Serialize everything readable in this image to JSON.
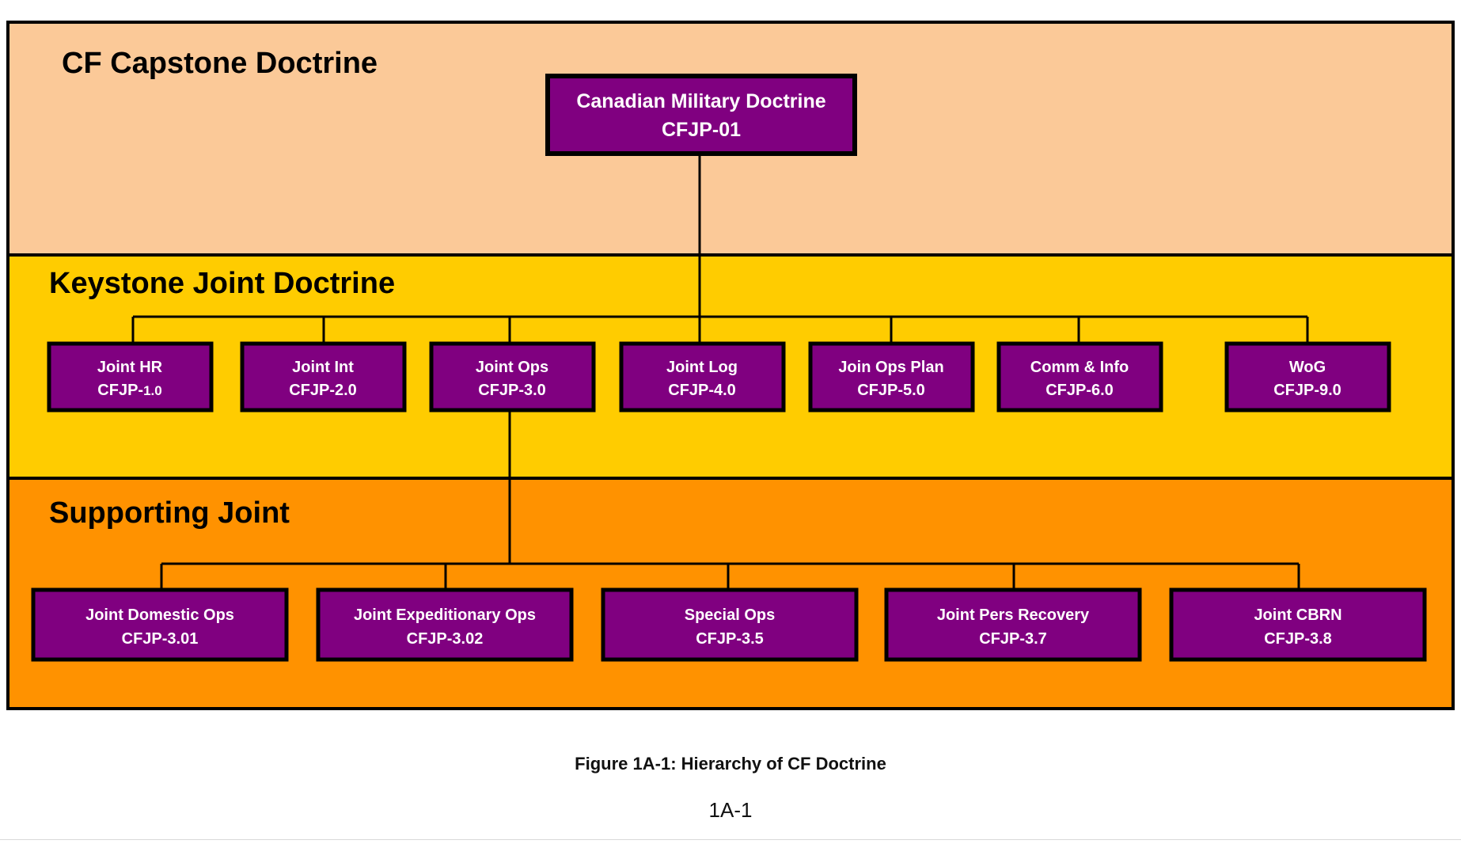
{
  "figure": {
    "caption": "Figure 1A-1: Hierarchy of CF Doctrine",
    "page_number": "1A-1"
  },
  "colors": {
    "capstone_band": "#FBC998",
    "keystone_band": "#FFCC00",
    "supporting_band": "#FF9200",
    "node_fill": "#800080",
    "node_text": "#FFFFFF",
    "line": "#000000",
    "band_title": "#000000"
  },
  "bands": [
    {
      "id": "capstone",
      "title": "CF Capstone Doctrine",
      "fill": "#FBC998"
    },
    {
      "id": "keystone",
      "title": "Keystone Joint Doctrine",
      "fill": "#FFCC00"
    },
    {
      "id": "supporting",
      "title": "Supporting Joint",
      "fill": "#FF9200"
    }
  ],
  "chart_data": {
    "type": "diagram",
    "title": "Figure 1A-1: Hierarchy of CF Doctrine",
    "layout": "top-down org chart, three colored tiers",
    "tiers": [
      {
        "tier": "CF Capstone Doctrine",
        "nodes": [
          {
            "name": "Canadian Military Doctrine",
            "code": "CFJP-01"
          }
        ]
      },
      {
        "tier": "Keystone Joint Doctrine",
        "nodes": [
          {
            "name": "Joint HR",
            "code": "CFJP-1.0"
          },
          {
            "name": "Joint Int",
            "code": "CFJP-2.0"
          },
          {
            "name": "Joint Ops",
            "code": "CFJP-3.0"
          },
          {
            "name": "Joint Log",
            "code": "CFJP-4.0"
          },
          {
            "name": "Join Ops Plan",
            "code": "CFJP-5.0"
          },
          {
            "name": "Comm & Info",
            "code": "CFJP-6.0"
          },
          {
            "name": "WoG",
            "code": "CFJP-9.0"
          }
        ]
      },
      {
        "tier": "Supporting Joint",
        "nodes": [
          {
            "name": "Joint Domestic Ops",
            "code": "CFJP-3.01"
          },
          {
            "name": "Joint Expeditionary Ops",
            "code": "CFJP-3.02"
          },
          {
            "name": "Special Ops",
            "code": "CFJP-3.5"
          },
          {
            "name": "Joint Pers Recovery",
            "code": "CFJP-3.7"
          },
          {
            "name": "Joint CBRN",
            "code": "CFJP-3.8"
          }
        ]
      }
    ],
    "edges": [
      {
        "from": "CFJP-01",
        "to": [
          "CFJP-1.0",
          "CFJP-2.0",
          "CFJP-3.0",
          "CFJP-4.0",
          "CFJP-5.0",
          "CFJP-6.0",
          "CFJP-9.0"
        ]
      },
      {
        "from": "CFJP-3.0",
        "to": [
          "CFJP-3.01",
          "CFJP-3.02",
          "CFJP-3.5",
          "CFJP-3.7",
          "CFJP-3.8"
        ]
      }
    ]
  },
  "nodes": {
    "capstone_1": {
      "name": "Canadian Military Doctrine",
      "code": "CFJP-01"
    },
    "keystone_1": {
      "name": "Joint HR",
      "code_prefix": "CFJP-",
      "code_suffix": "1.0"
    },
    "keystone_2": {
      "name": "Joint Int",
      "code": "CFJP-2.0"
    },
    "keystone_3": {
      "name": "Joint Ops",
      "code": "CFJP-3.0"
    },
    "keystone_4": {
      "name": "Joint Log",
      "code": "CFJP-4.0"
    },
    "keystone_5": {
      "name": "Join Ops Plan",
      "code": "CFJP-5.0"
    },
    "keystone_6": {
      "name": "Comm & Info",
      "code": "CFJP-6.0"
    },
    "keystone_7": {
      "name": "WoG",
      "code": "CFJP-9.0"
    },
    "supporting_1": {
      "name": "Joint Domestic Ops",
      "code": "CFJP-3.01"
    },
    "supporting_2": {
      "name": "Joint Expeditionary Ops",
      "code": "CFJP-3.02"
    },
    "supporting_3": {
      "name": "Special Ops",
      "code": "CFJP-3.5"
    },
    "supporting_4": {
      "name": "Joint Pers Recovery",
      "code": "CFJP-3.7"
    },
    "supporting_5": {
      "name": "Joint CBRN",
      "code": "CFJP-3.8"
    }
  }
}
